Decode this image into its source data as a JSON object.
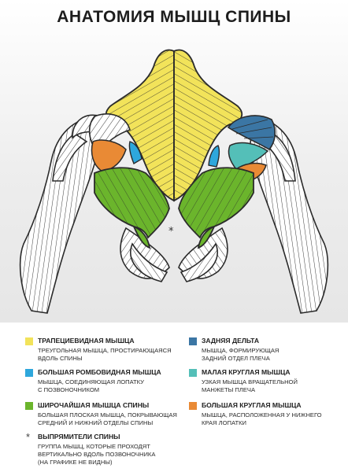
{
  "title": "АНАТОМИЯ МЫШЦ СПИНЫ",
  "colors": {
    "trapezius": "#f2e35a",
    "rhomboid": "#2ea7dc",
    "latissimus": "#6bb52c",
    "posterior_deltoid": "#3b76a4",
    "teres_minor": "#54bfb8",
    "teres_major": "#e98a35",
    "outline": "#2b2b2b",
    "fiber": "#ffffff"
  },
  "legend": {
    "trapezius": {
      "name": "ТРАПЕЦИЕВИДНАЯ МЫШЦА",
      "desc1": "ТРЕУГОЛЬНАЯ МЫШЦА, ПРОСТИРАЮЩАЯСЯ",
      "desc2": "ВДОЛЬ СПИНЫ"
    },
    "rhomboid": {
      "name": "БОЛЬШАЯ РОМБОВИДНАЯ МЫШЦА",
      "desc1": "МЫШЦА, СОЕДИНЯЮЩАЯ ЛОПАТКУ",
      "desc2": "С ПОЗВОНОЧНИКОМ"
    },
    "latissimus": {
      "name": "ШИРОЧАЙШАЯ МЫШЦА СПИНЫ",
      "desc1": "БОЛЬШАЯ ПЛОСКАЯ МЫШЦА, ПОКРЫВАЮЩАЯ",
      "desc2": "СРЕДНИЙ И НИЖНИЙ ОТДЕЛЫ СПИНЫ"
    },
    "erector": {
      "marker": "*",
      "name": "ВЫПРЯМИТЕЛИ СПИНЫ",
      "desc1": "ГРУППА МЫШЦ, КОТОРЫЕ ПРОХОДЯТ",
      "desc2": "ВЕРТИКАЛЬНО ВДОЛЬ ПОЗВОНОЧНИКА",
      "desc3": "(НА ГРАФИКЕ НЕ ВИДНЫ)"
    },
    "posterior_deltoid": {
      "name": "ЗАДНЯЯ ДЕЛЬТА",
      "desc1": "МЫШЦА, ФОРМИРУЮЩАЯ",
      "desc2": "ЗАДНИЙ ОТДЕЛ ПЛЕЧА"
    },
    "teres_minor": {
      "name": "МАЛАЯ КРУГЛАЯ МЫШЦА",
      "desc1": "УЗКАЯ МЫШЦА ВРАЩАТЕЛЬНОЙ",
      "desc2": "МАНЖЕТЫ ПЛЕЧА"
    },
    "teres_major": {
      "name": "БОЛЬШАЯ КРУГЛАЯ МЫШЦА",
      "desc1": "МЫШЦА, РАСПОЛОЖЕННАЯ У НИЖНЕГО",
      "desc2": "КРАЯ ЛОПАТКИ"
    }
  },
  "figure_marker": "*"
}
